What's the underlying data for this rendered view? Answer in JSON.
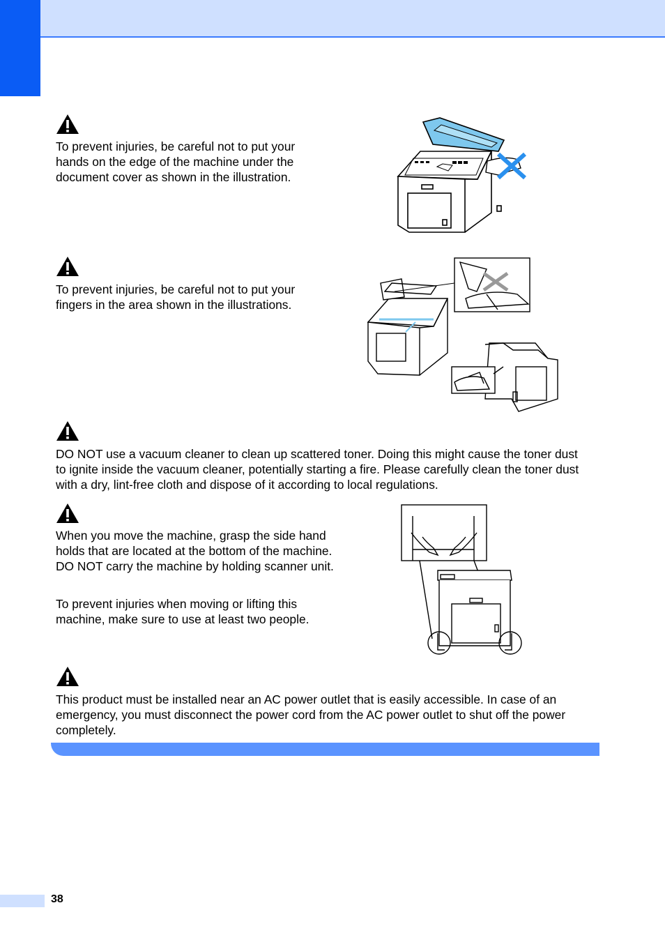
{
  "page": {
    "number": "38"
  },
  "warnings": [
    {
      "icon": "warning-triangle-icon",
      "paragraphs": [
        "To prevent injuries, be careful not to put your hands on the edge of the machine under the document cover as shown in the illustration."
      ]
    },
    {
      "icon": "warning-triangle-icon",
      "paragraphs": [
        "To prevent injuries, be careful not to put your fingers in the area shown in the illustrations."
      ]
    },
    {
      "icon": "warning-triangle-icon",
      "paragraphs": [
        "DO NOT use a vacuum cleaner to clean up scattered toner. Doing this might cause the toner dust to ignite inside the vacuum cleaner, potentially starting a fire. Please carefully clean the toner dust with a dry, lint-free cloth and dispose of it according to local regulations."
      ]
    },
    {
      "icon": "warning-triangle-icon",
      "paragraphs": [
        "When you move the machine, grasp the side hand holds that are located at the bottom of the machine. DO NOT carry the machine by holding scanner unit.",
        "To prevent injuries when moving or lifting this machine, make sure to use at least two people."
      ]
    },
    {
      "icon": "warning-triangle-icon",
      "paragraphs": [
        "This product must be installed near an AC power outlet that is easily accessible. In case of an emergency, you must disconnect the power cord from the AC power outlet to shut off the power completely."
      ]
    }
  ],
  "colors": {
    "accent": "#0a5cf5",
    "band": "#cfe0ff",
    "bar": "#5a93ff",
    "cover": "#7ec8ee"
  }
}
